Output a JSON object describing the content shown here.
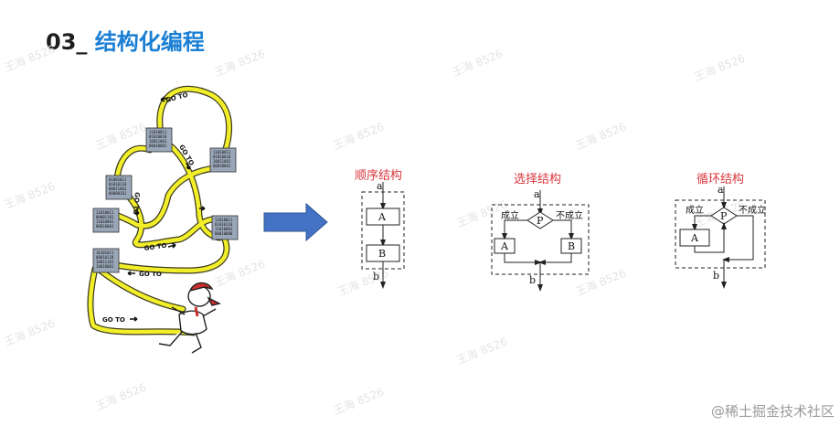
{
  "slide": {
    "number": "03_",
    "title": "结构化编程"
  },
  "spaghetti": {
    "goto_labels": [
      "GO TO",
      "GO TO",
      "GO TO",
      "GO TO",
      "GO TO",
      "GO TO",
      "GO TO"
    ],
    "memory_blocks": [
      [
        "11010011",
        "01010010",
        "10011001",
        "00010001"
      ],
      [
        "11010011",
        "01010010",
        "10011001",
        "00010001"
      ],
      [
        "01001011",
        "01010110",
        "00011001",
        "00000101"
      ],
      [
        "11010011",
        "00001101",
        "11010001",
        "00010001"
      ],
      [
        "11010011",
        "01010110",
        "11010001",
        "00010000"
      ],
      [
        "10101011",
        "00010110",
        "10011101",
        "10010001"
      ]
    ]
  },
  "flowcharts": {
    "sequence": {
      "title": "顺序结构",
      "entry": "a",
      "exit": "b",
      "box_a": "A",
      "box_b": "B"
    },
    "selection": {
      "title": "选择结构",
      "entry": "a",
      "exit": "b",
      "condition": "P",
      "true_label": "成立",
      "false_label": "不成立",
      "box_a": "A",
      "box_b": "B"
    },
    "loop": {
      "title": "循环结构",
      "entry": "a",
      "exit": "b",
      "condition": "P",
      "true_label": "成立",
      "false_label": "不成立",
      "box_a": "A"
    }
  },
  "watermark_text": "王海 8526",
  "footer": "@稀土掘金技术社区",
  "colors": {
    "accent": "#1a7fd4",
    "arrow": "#4472c4",
    "flow_title": "#d9363e",
    "rope": "#f2ef2a"
  }
}
